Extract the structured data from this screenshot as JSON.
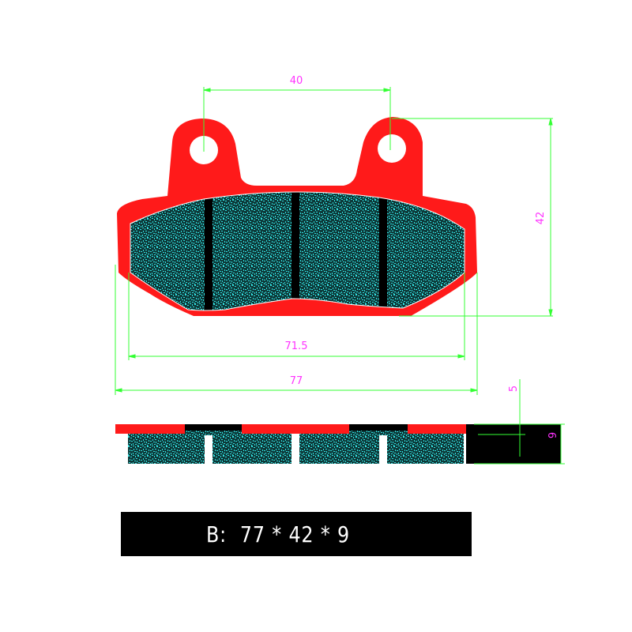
{
  "colors": {
    "backing_plate": "#ff1a1a",
    "friction_base": "#0d3a3a",
    "friction_speckle": "#33e0e0",
    "dimension_line": "#33ff33",
    "dimension_text": "#ff33ff",
    "slot": "#000000",
    "caption_bg": "#000000",
    "caption_text": "#ffffff"
  },
  "dimensions": {
    "hole_spacing": "40",
    "height": "42",
    "friction_width": "71.5",
    "overall_width": "77",
    "plate_thickness": "5",
    "total_thickness": "9"
  },
  "caption": {
    "text": "B:  77 * 42 * 9"
  }
}
